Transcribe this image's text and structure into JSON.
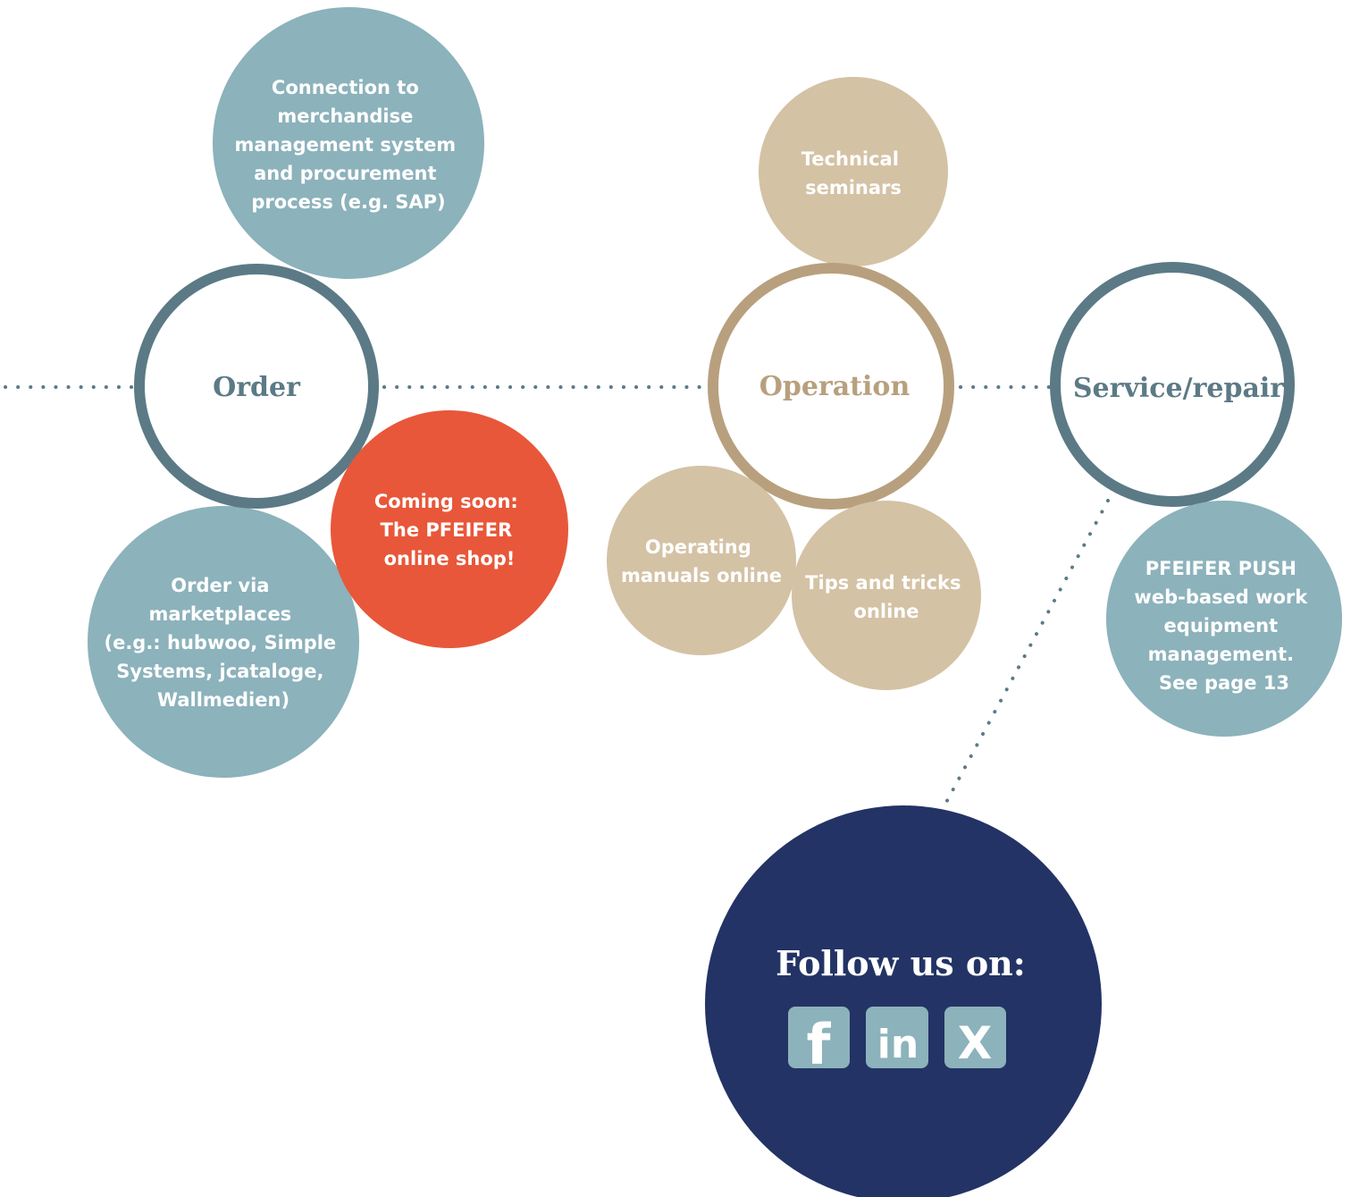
{
  "colors": {
    "teal_dark": "#5b7a86",
    "teal_light": "#8cb2bb",
    "sand": "#d4c2a5",
    "sand_ring": "#b8a07e",
    "orange": "#e8573a",
    "navy": "#233365",
    "icon_bg": "#8cb2bb",
    "white": "#ffffff"
  },
  "stages": [
    {
      "id": "order",
      "label": "Order"
    },
    {
      "id": "operation",
      "label": "Operation"
    },
    {
      "id": "service",
      "label": "Service/repair"
    }
  ],
  "bubbles": {
    "connection": [
      "Connection to",
      "merchandise",
      "management system",
      "and procurement",
      "process (e.g. SAP)"
    ],
    "coming_soon": [
      "Coming soon:",
      "The PFEIFER",
      "online shop!"
    ],
    "marketplaces": [
      "Order via",
      "marketplaces",
      "(e.g.: hubwoo, Simple",
      "Systems, jcataloge,",
      "Wallmedien)"
    ],
    "seminars": [
      "Technical",
      "seminars"
    ],
    "manuals": [
      "Operating",
      "manuals online"
    ],
    "tips": [
      "Tips and tricks",
      "online"
    ],
    "push": [
      "PFEIFER PUSH",
      "web-based work",
      "equipment",
      "management.",
      "See page 13"
    ]
  },
  "follow": {
    "title": "Follow us on:",
    "icons": [
      {
        "name": "facebook-icon",
        "glyph": "f"
      },
      {
        "name": "linkedin-icon",
        "glyph": "in"
      },
      {
        "name": "xing-icon",
        "glyph": "X"
      }
    ]
  }
}
